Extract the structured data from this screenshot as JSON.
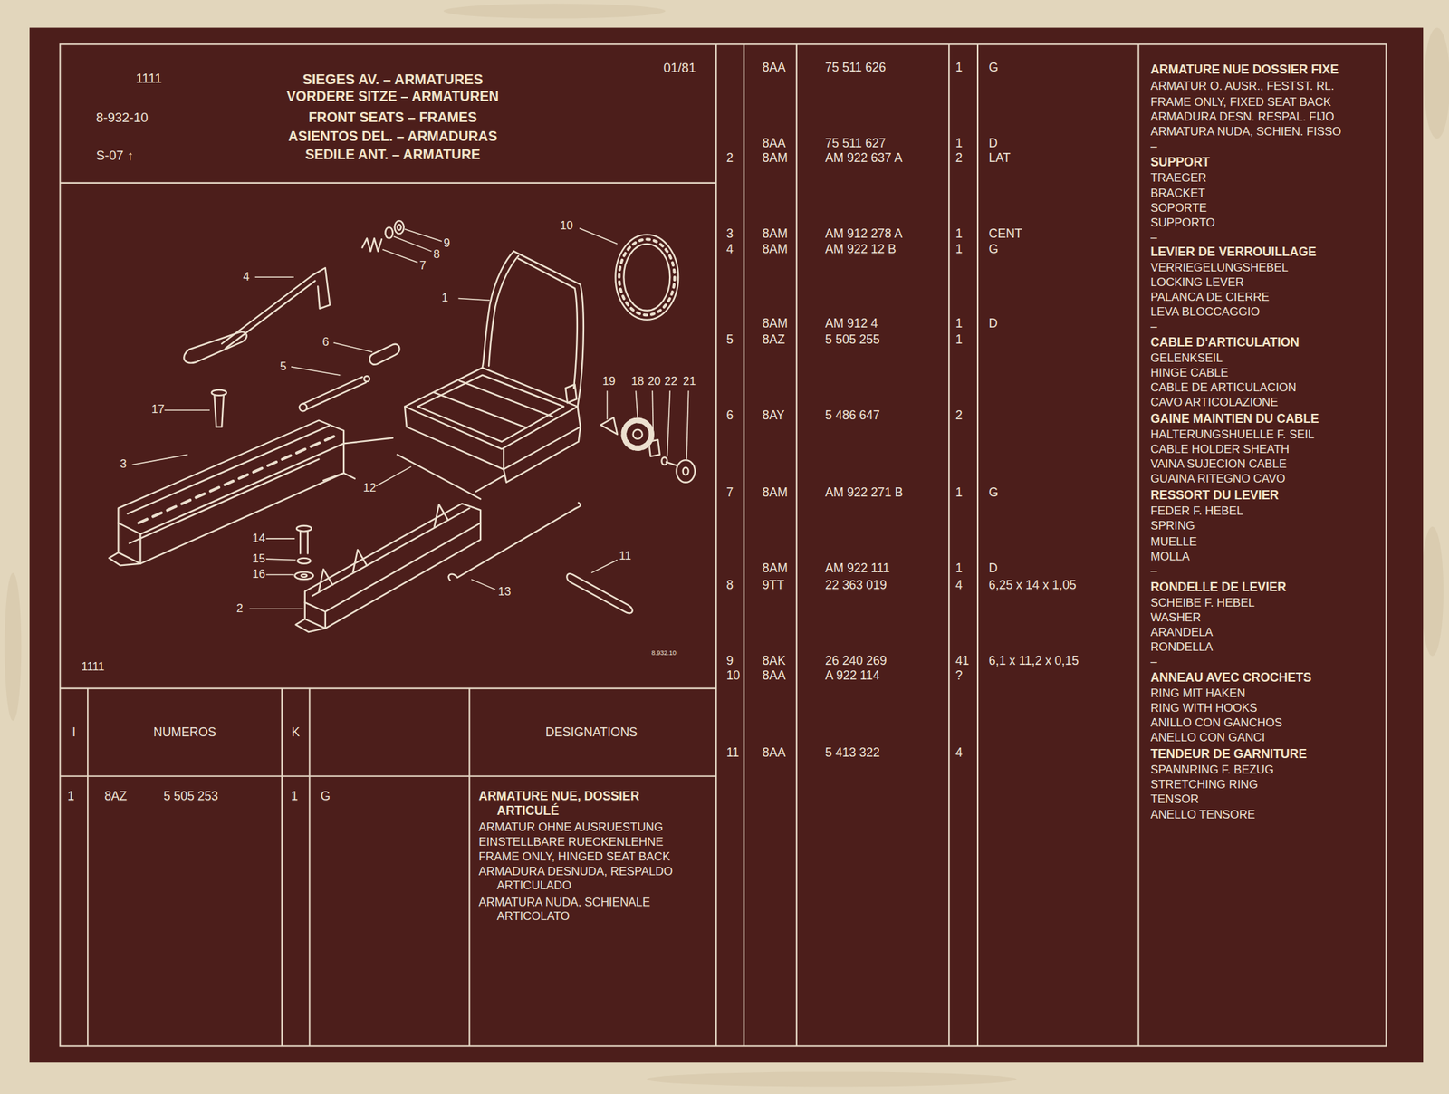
{
  "diagram": {
    "title": "SIEGES AV. – ARMATURES",
    "labels": [
      "1111",
      "8-932-10",
      "S-07 ↑",
      "VORDERE SITZE – ARMATUREN",
      "FRONT SEATS – FRAMES",
      "ASIENTOS DEL. – ARMADURAS",
      "SEDILE ANT. – ARMATURE",
      "01/81",
      "1",
      "2",
      "3",
      "4",
      "5",
      "6",
      "7",
      "8",
      "9",
      "10",
      "11",
      "12",
      "13",
      "14",
      "15",
      "16",
      "17",
      "18",
      "19",
      "20",
      "21",
      "22",
      "1111",
      "8.932.10",
      "I",
      "NUMEROS",
      "K",
      "DESIGNATIONS",
      "1",
      "8AZ",
      "5 505 253",
      "1",
      "G",
      "ARMATURE NUE, DOSSIER ARTICULÉ",
      "ARMATUR OHNE AUSRUESTUNG",
      "EINSTELLBARE RUECKENLEHNE",
      "FRAME ONLY, HINGED SEAT BACK",
      "ARMADURA DESNUDA, RESPALDO ARTICULADO",
      "ARMATURA NUDA, SCHIENALE ARTICOLATO",
      "8AA",
      "75 511 626",
      "1",
      "G",
      "8AA",
      "75 511 627",
      "1",
      "D",
      "2",
      "8AM",
      "AM 922 637 A",
      "2",
      "LAT",
      "3",
      "8AM",
      "AM 912 278 A",
      "1",
      "CENT",
      "4",
      "8AM",
      "AM 922 12 B",
      "1",
      "G",
      "8AM",
      "AM 912 4",
      "1",
      "D",
      "5",
      "8AZ",
      "5 505 255",
      "1",
      "6",
      "8AY",
      "5 486 647",
      "2",
      "7",
      "8AM",
      "AM 922 271 B",
      "1",
      "G",
      "8AM",
      "AM 922 111",
      "1",
      "D",
      "8",
      "9TT",
      "22 363 019",
      "4",
      "6,25 x 14 x 1,05",
      "9",
      "8AK",
      "26 240 269",
      "41",
      "6,1 x 11,2 x 0,15",
      "10",
      "8AA",
      "A 922 114",
      "?",
      "11",
      "8AA",
      "5 413 322",
      "4",
      "ARMATURE NUE DOSSIER FIXE",
      "ARMATUR O. AUSR., FESTST. RL.",
      "FRAME ONLY, FIXED SEAT BACK",
      "ARMADURA DESN. RESPAL. FIJO",
      "ARMATURA NUDA, SCHIEN. FISSO",
      "–",
      "SUPPORT",
      "TRAEGER",
      "BRACKET",
      "SOPORTE",
      "SUPPORTO",
      "–",
      "LEVIER DE VERROUILLAGE",
      "VERRIEGELUNGSHEBEL",
      "LOCKING LEVER",
      "PALANCA DE CIERRE",
      "LEVA BLOCCAGGIO",
      "–",
      "CABLE D'ARTICULATION",
      "GELENKSEIL",
      "HINGE CABLE",
      "CABLE DE ARTICULACION",
      "CAVO ARTICOLAZIONE",
      "GAINE MAINTIEN DU CABLE",
      "HALTERUNGSHUELLE F. SEIL",
      "CABLE HOLDER SHEATH",
      "VAINA SUJECION CABLE",
      "GUAINA RITEGNO CAVO",
      "RESSORT DU LEVIER",
      "FEDER F. HEBEL",
      "SPRING",
      "MUELLE",
      "MOLLA",
      "–",
      "RONDELLE DE LEVIER",
      "SCHEIBE F. HEBEL",
      "WASHER",
      "ARANDELA",
      "RONDELLA",
      "–",
      "ANNEAU AVEC CROCHETS",
      "RING MIT HAKEN",
      "RING WITH HOOKS",
      "ANILLO CON GANCHOS",
      "ANELLO CON GANCI",
      "TENDEUR DE GARNITURE",
      "SPANNRING F. BEZUG",
      "STRETCHING RING",
      "TENSOR",
      "ANELLO TENSORE"
    ]
  }
}
